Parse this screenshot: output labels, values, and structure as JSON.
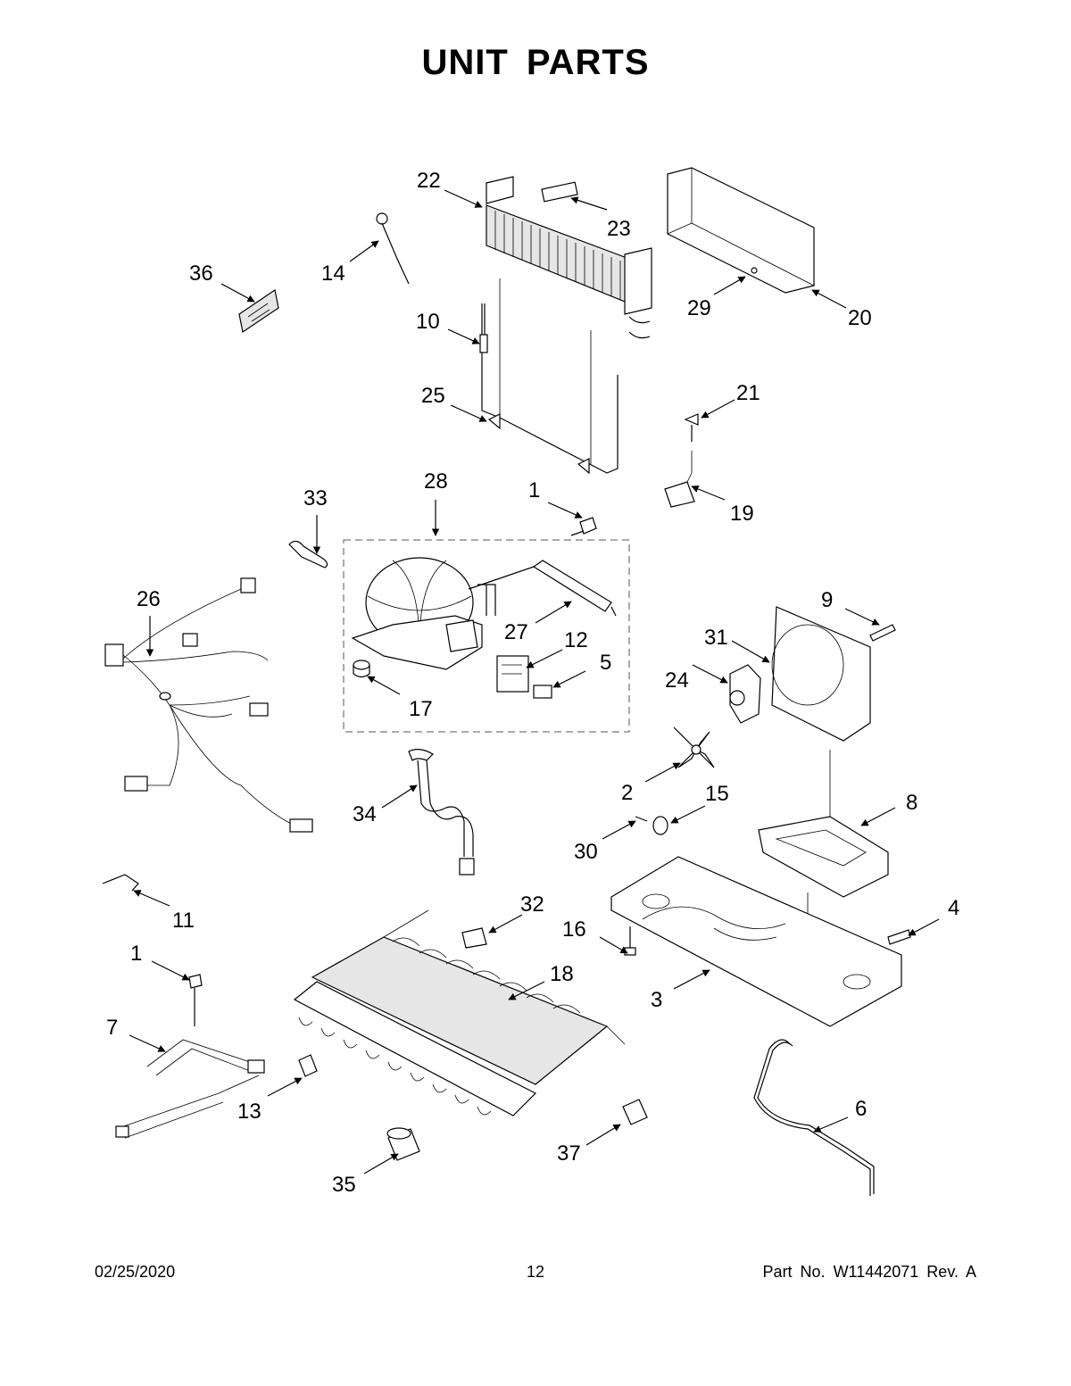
{
  "page": {
    "title": "UNIT  PARTS",
    "footer": {
      "date": "02/25/2020",
      "page_number": "12",
      "part_number": "Part No.  W11442071  Rev.  A"
    }
  },
  "callouts": [
    "1",
    "2",
    "3",
    "4",
    "5",
    "6",
    "7",
    "8",
    "9",
    "10",
    "11",
    "12",
    "13",
    "14",
    "15",
    "16",
    "17",
    "18",
    "19",
    "20",
    "21",
    "22",
    "23",
    "24",
    "25",
    "26",
    "27",
    "28",
    "29",
    "30",
    "31",
    "32",
    "33",
    "34",
    "35",
    "36",
    "37"
  ]
}
